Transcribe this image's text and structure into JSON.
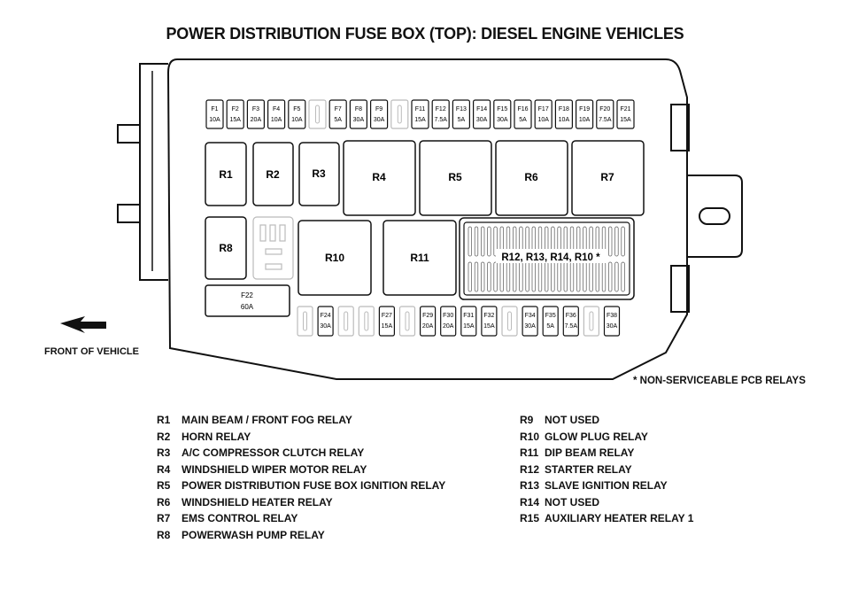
{
  "title": "POWER DISTRIBUTION FUSE BOX (TOP): DIESEL ENGINE VEHICLES",
  "front_label": "FRONT OF VEHICLE",
  "note": "* NON-SERVICEABLE PCB RELAYS",
  "top_fuses": [
    {
      "label": "F1",
      "rating": "10A",
      "blank": false
    },
    {
      "label": "F2",
      "rating": "15A",
      "blank": false
    },
    {
      "label": "F3",
      "rating": "20A",
      "blank": false
    },
    {
      "label": "F4",
      "rating": "10A",
      "blank": false
    },
    {
      "label": "F5",
      "rating": "10A",
      "blank": false
    },
    {
      "label": "",
      "rating": "",
      "blank": true
    },
    {
      "label": "F7",
      "rating": "5A",
      "blank": false
    },
    {
      "label": "F8",
      "rating": "30A",
      "blank": false
    },
    {
      "label": "F9",
      "rating": "30A",
      "blank": false
    },
    {
      "label": "",
      "rating": "",
      "blank": true
    },
    {
      "label": "F11",
      "rating": "15A",
      "blank": false
    },
    {
      "label": "F12",
      "rating": "7.5A",
      "blank": false
    },
    {
      "label": "F13",
      "rating": "5A",
      "blank": false
    },
    {
      "label": "F14",
      "rating": "30A",
      "blank": false
    },
    {
      "label": "F15",
      "rating": "30A",
      "blank": false
    },
    {
      "label": "F16",
      "rating": "5A",
      "blank": false
    },
    {
      "label": "F17",
      "rating": "10A",
      "blank": false
    },
    {
      "label": "F18",
      "rating": "10A",
      "blank": false
    },
    {
      "label": "F19",
      "rating": "10A",
      "blank": false
    },
    {
      "label": "F20",
      "rating": "7.5A",
      "blank": false
    },
    {
      "label": "F21",
      "rating": "15A",
      "blank": false
    }
  ],
  "bottom_fuses": [
    {
      "label": "",
      "rating": "",
      "blank": true
    },
    {
      "label": "F24",
      "rating": "30A",
      "blank": false
    },
    {
      "label": "",
      "rating": "",
      "blank": true
    },
    {
      "label": "",
      "rating": "",
      "blank": true
    },
    {
      "label": "F27",
      "rating": "15A",
      "blank": false
    },
    {
      "label": "",
      "rating": "",
      "blank": true
    },
    {
      "label": "F29",
      "rating": "20A",
      "blank": false
    },
    {
      "label": "F30",
      "rating": "20A",
      "blank": false
    },
    {
      "label": "F31",
      "rating": "15A",
      "blank": false
    },
    {
      "label": "F32",
      "rating": "15A",
      "blank": false
    },
    {
      "label": "",
      "rating": "",
      "blank": true
    },
    {
      "label": "F34",
      "rating": "30A",
      "blank": false
    },
    {
      "label": "F35",
      "rating": "5A",
      "blank": false
    },
    {
      "label": "F36",
      "rating": "7.5A",
      "blank": false
    },
    {
      "label": "",
      "rating": "",
      "blank": true
    },
    {
      "label": "F38",
      "rating": "30A",
      "blank": false
    }
  ],
  "maxi_fuse": {
    "label": "F22",
    "rating": "60A"
  },
  "relays": {
    "r1": "R1",
    "r2": "R2",
    "r3": "R3",
    "r4": "R4",
    "r5": "R5",
    "r6": "R6",
    "r7": "R7",
    "r8": "R8",
    "r10": "R10",
    "r11": "R11",
    "pcb": "R12, R13, R14, R10 *"
  },
  "legend_left": [
    {
      "code": "R1",
      "text": "MAIN BEAM / FRONT FOG RELAY"
    },
    {
      "code": "R2",
      "text": "HORN RELAY"
    },
    {
      "code": "R3",
      "text": "A/C COMPRESSOR CLUTCH RELAY"
    },
    {
      "code": "R4",
      "text": "WINDSHIELD WIPER MOTOR RELAY"
    },
    {
      "code": "R5",
      "text": "POWER DISTRIBUTION FUSE BOX IGNITION RELAY"
    },
    {
      "code": "R6",
      "text": "WINDSHIELD HEATER RELAY"
    },
    {
      "code": "R7",
      "text": "EMS CONTROL RELAY"
    },
    {
      "code": "R8",
      "text": "POWERWASH PUMP RELAY"
    }
  ],
  "legend_right": [
    {
      "code": "R9",
      "text": "NOT USED"
    },
    {
      "code": "R10",
      "text": "GLOW PLUG RELAY"
    },
    {
      "code": "R11",
      "text": "DIP BEAM RELAY"
    },
    {
      "code": "R12",
      "text": "STARTER RELAY"
    },
    {
      "code": "R13",
      "text": "SLAVE IGNITION RELAY"
    },
    {
      "code": "R14",
      "text": "NOT USED"
    },
    {
      "code": "R15",
      "text": "AUXILIARY HEATER RELAY 1"
    }
  ]
}
